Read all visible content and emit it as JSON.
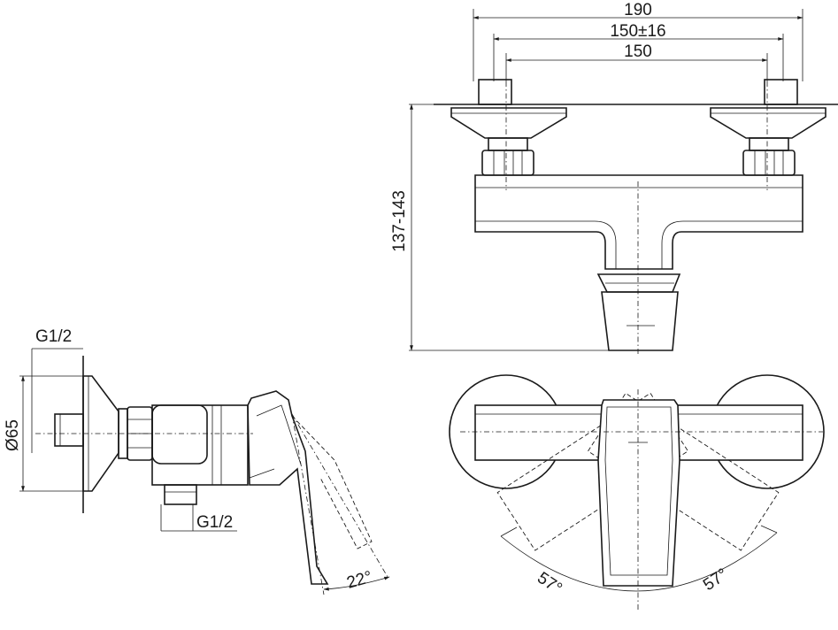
{
  "dimensions": {
    "overall_width": "190",
    "inlet_range": "150±16",
    "inlet_nominal": "150",
    "height": "137-143",
    "wall_thread": "G1/2",
    "escutcheon_diameter": "Ø65",
    "outlet_thread": "G1/2",
    "lever_tilt": "22°",
    "rotation_left": "57°",
    "rotation_right": "57°"
  },
  "colors": {
    "line": "#1a1a1a",
    "background": "#ffffff"
  }
}
